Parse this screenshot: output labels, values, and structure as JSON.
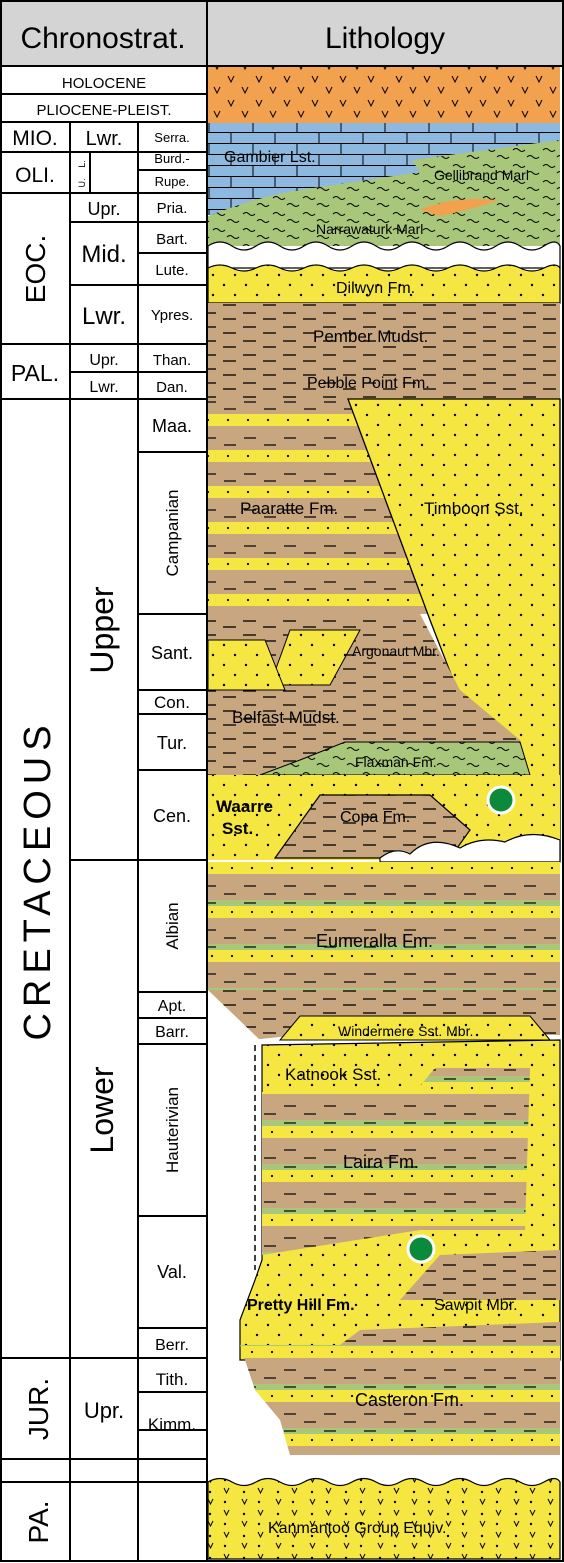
{
  "header": {
    "left": "Chronostrat.",
    "right": "Lithology"
  },
  "colors": {
    "sand": "#F5E642",
    "mud": "#C7A680",
    "limestone": "#8DB8E0",
    "marl": "#A8C77A",
    "volcanic": "#F2A14E",
    "header": "#D4D4D4",
    "marker": "#0B8A3C"
  },
  "chrono": {
    "full_rows": [
      "HOLOCENE",
      "PLIOCENE-PLEIST."
    ],
    "eras": [
      {
        "label": "MIO.",
        "vertical": false
      },
      {
        "label": "OLI.",
        "vertical": false
      },
      {
        "label": "EOC.",
        "vertical": true
      },
      {
        "label": "PAL.",
        "vertical": false
      },
      {
        "label": "CRETACEOUS",
        "vertical": true
      },
      {
        "label": "JUR.",
        "vertical": true
      },
      {
        "label": "PA.",
        "vertical": true
      }
    ],
    "epochs": [
      {
        "label": "Lwr.",
        "vertical": false
      },
      {
        "label": "L.",
        "vertical": true
      },
      {
        "label": "U.",
        "vertical": true
      },
      {
        "label": "Upr.",
        "vertical": false
      },
      {
        "label": "Mid.",
        "vertical": false
      },
      {
        "label": "Lwr.",
        "vertical": false
      },
      {
        "label": "Upr.",
        "vertical": false
      },
      {
        "label": "Lwr.",
        "vertical": false
      },
      {
        "label": "Upper",
        "vertical": true
      },
      {
        "label": "Lower",
        "vertical": true
      },
      {
        "label": "Upr.",
        "vertical": false
      }
    ],
    "stages": [
      {
        "label": "Serra.",
        "vertical": false
      },
      {
        "label": "Burd.-",
        "vertical": false
      },
      {
        "label": "Rupe.",
        "vertical": false
      },
      {
        "label": "Pria.",
        "vertical": false
      },
      {
        "label": "Bart.",
        "vertical": false
      },
      {
        "label": "Lute.",
        "vertical": false
      },
      {
        "label": "Ypres.",
        "vertical": false
      },
      {
        "label": "Than.",
        "vertical": false
      },
      {
        "label": "Dan.",
        "vertical": false
      },
      {
        "label": "Maa.",
        "vertical": false
      },
      {
        "label": "Campanian",
        "vertical": true
      },
      {
        "label": "Sant.",
        "vertical": false
      },
      {
        "label": "Con.",
        "vertical": false
      },
      {
        "label": "Tur.",
        "vertical": false
      },
      {
        "label": "Cen.",
        "vertical": false
      },
      {
        "label": "Albian",
        "vertical": true
      },
      {
        "label": "Apt.",
        "vertical": false
      },
      {
        "label": "Barr.",
        "vertical": false
      },
      {
        "label": "Hauterivian",
        "vertical": true
      },
      {
        "label": "Val.",
        "vertical": false
      },
      {
        "label": "Berr.",
        "vertical": false
      },
      {
        "label": "Tith.",
        "vertical": false
      },
      {
        "label": "Kimm.",
        "vertical": false
      }
    ]
  },
  "formations": [
    "Gambier Lst.",
    "Gellibrand Marl",
    "Narrawaturk Marl",
    "Dilwyn Fm.",
    "Pember Mudst.",
    "Pebble Point Fm.",
    "Paaratte Fm.",
    "Timboon Sst.",
    "Argonaut Mbr.",
    "Belfast Mudst.",
    "Flaxman Fm.",
    "Waarre",
    "Sst.",
    "Copa Fm.",
    "Eumeralla Fm.",
    "Windermere Sst. Mbr.",
    "Katnook Sst.",
    "Laira Fm.",
    "Pretty Hill Fm.",
    "Sawpit Mbr.",
    "Casteron Fm.",
    "Kanmantoo Group Equiv."
  ]
}
